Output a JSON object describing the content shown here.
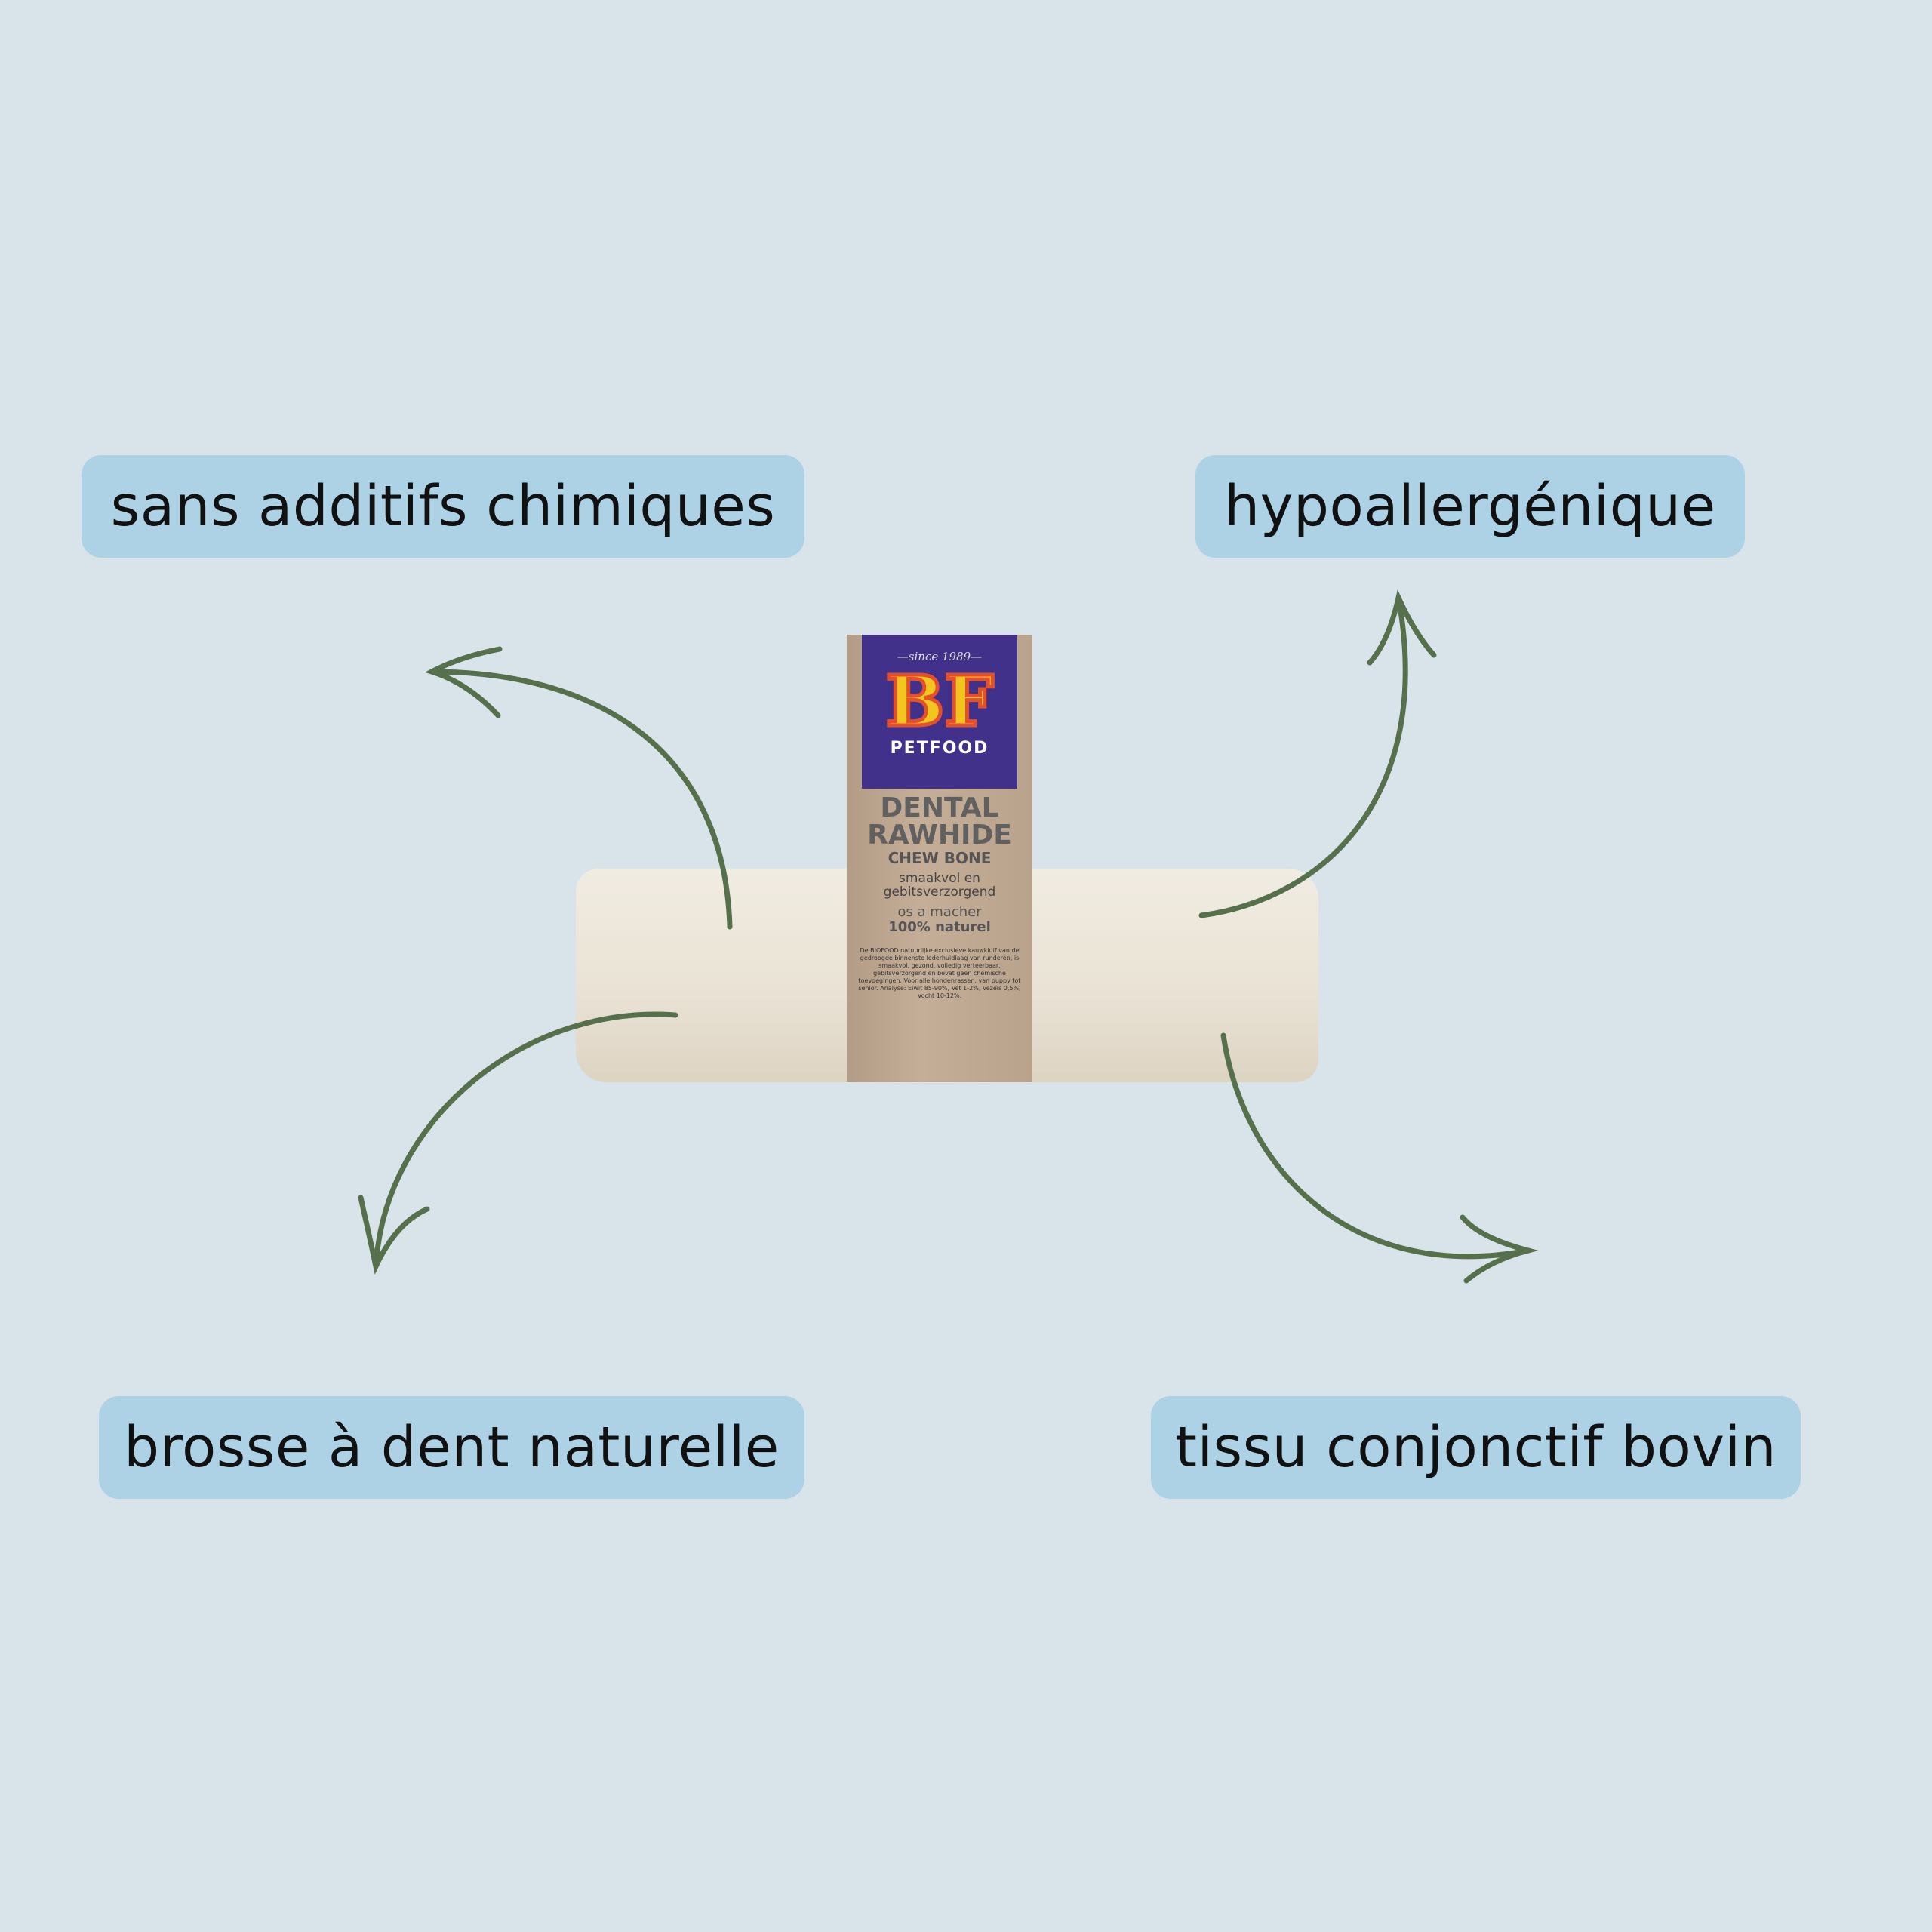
{
  "features": {
    "top_left": "sans additifs chimiques",
    "top_right": "hypoallergénique",
    "bottom_left": "brosse à dent naturelle",
    "bottom_right": "tissu conjonctif bovin"
  },
  "product": {
    "since": "—since 1989—",
    "brand": "BF",
    "brand_sub": "PETFOOD",
    "name1": "DENTAL",
    "name2": "RAWHIDE",
    "name3": "CHEW BONE",
    "nl_tagline": "smaakvol en gebitsverzorgend",
    "fr_tagline1": "os a macher",
    "fr_tagline2": "100% naturel",
    "nl_text": "De BIOFOOD natuurlijke exclusieve kauwkluif van de gedroogde binnenste lederhuidlaag van runderen, is smaakvol, gezond, volledig verteerbaar, gebitsverzorgend en bevat geen chemische toevoegingen. Voor alle hondenrassen, van puppy tot senior. Analyse: Eiwit 85-90%, Vet 1-2%, Vezels 0,5%, Vocht 10-12%."
  },
  "colors": {
    "background": "#d9e4ea",
    "tag": "#add2e5",
    "arrow": "#55704a"
  }
}
